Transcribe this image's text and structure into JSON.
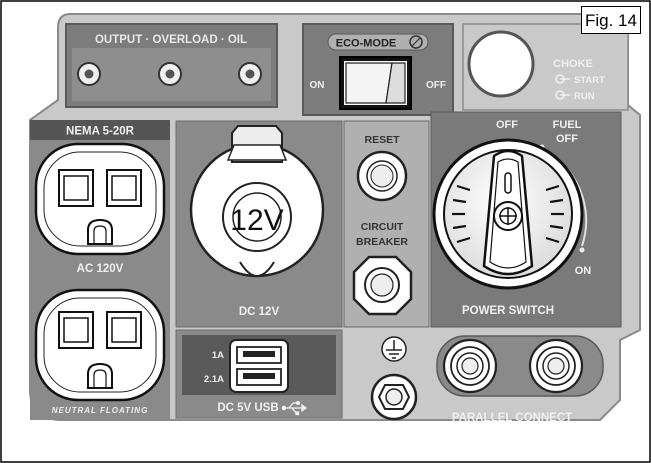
{
  "figure_label": "Fig. 14",
  "indicators": {
    "label": "OUTPUT · OVERLOAD · OIL"
  },
  "eco_mode": {
    "label": "ECO-MODE",
    "on": "ON",
    "off": "OFF"
  },
  "choke": {
    "label": "CHOKE",
    "start": "START",
    "run": "RUN"
  },
  "ac_outlets": {
    "label": "NEMA 5-20R",
    "voltage": "AC 120V",
    "neutral": "NEUTRAL FLOATING"
  },
  "dc12": {
    "socket_text": "12V",
    "label": "DC 12V"
  },
  "reset": {
    "label": "RESET"
  },
  "breaker": {
    "label_line1": "CIRCUIT",
    "label_line2": "BREAKER"
  },
  "power_switch": {
    "off": "OFF",
    "fuel_off_1": "FUEL",
    "fuel_off_2": "OFF",
    "on": "ON",
    "label": "POWER SWITCH"
  },
  "usb": {
    "label": "DC 5V USB",
    "port1": "1A",
    "port2": "2.1A"
  },
  "parallel": {
    "label": "PARALLEL CONNECT"
  },
  "colors": {
    "panel": "#c8c8c8",
    "recess": "#7a7a7a",
    "dark": "#333333",
    "light": "#eeeeee"
  }
}
